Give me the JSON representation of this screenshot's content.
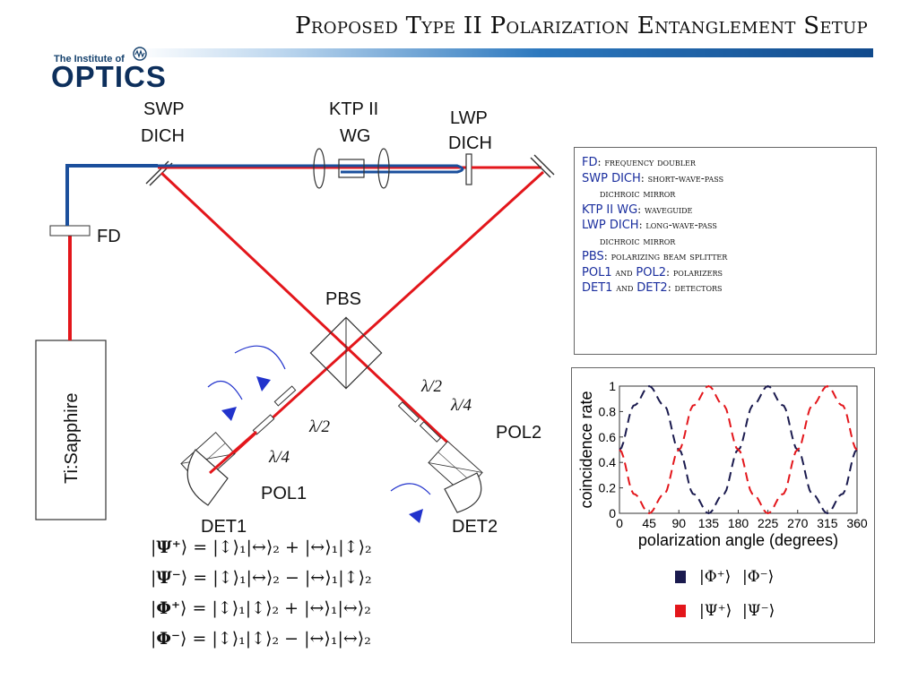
{
  "header": {
    "title": "Proposed Type II Polarization Entanglement Setup",
    "logo_top": "The Institute of",
    "logo_main": "OPTICS"
  },
  "diagram": {
    "labels": {
      "swp_line1": "SWP",
      "swp_line2": "DICH",
      "ktp_line1": "KTP II",
      "ktp_line2": "WG",
      "lwp_line1": "LWP",
      "lwp_line2": "DICH",
      "fd": "FD",
      "pbs": "PBS",
      "laser": "Ti:Sapphire",
      "half_wave_1": "λ/2",
      "quarter_wave_1": "λ/4",
      "half_wave_2": "λ/2",
      "quarter_wave_2": "λ/4",
      "pol1": "POL1",
      "pol2": "POL2",
      "det1": "DET1",
      "det2": "DET2"
    },
    "colors": {
      "red_beam": "#e3161b",
      "blue_beam": "#1b4f9c",
      "arrow_blue": "#2233cc"
    }
  },
  "legend": {
    "entries": [
      {
        "key": "FD",
        "desc": ": frequency doubler",
        "indent": false
      },
      {
        "key": "SWP DICH",
        "desc": ": short-wave-pass",
        "indent": false
      },
      {
        "key": "",
        "desc": "dichroic mirror",
        "indent": true
      },
      {
        "key": "KTP II WG",
        "desc": ": waveguide",
        "indent": false
      },
      {
        "key": "LWP DICH",
        "desc": ": long-wave-pass",
        "indent": false
      },
      {
        "key": "",
        "desc": "dichroic mirror",
        "indent": true
      },
      {
        "key": "PBS",
        "desc": ": polarizing beam splitter",
        "indent": false
      },
      {
        "key": "POL1",
        "desc": " and ",
        "key2": "POL2",
        "desc2": ": polarizers",
        "indent": false
      },
      {
        "key": "DET1",
        "desc": " and ",
        "key2": "DET2",
        "desc2": ": detectors",
        "indent": false
      }
    ]
  },
  "equations": [
    {
      "lhs": "Ψ⁺",
      "rhs": "= |↕⟩₁|↔⟩₂ + |↔⟩₁|↕⟩₂"
    },
    {
      "lhs": "Ψ⁻",
      "rhs": "= |↕⟩₁|↔⟩₂ − |↔⟩₁|↕⟩₂"
    },
    {
      "lhs": "Φ⁺",
      "rhs": "= |↕⟩₁|↕⟩₂ + |↔⟩₁|↔⟩₂"
    },
    {
      "lhs": "Φ⁻",
      "rhs": "= |↕⟩₁|↕⟩₂ − |↔⟩₁|↔⟩₂"
    }
  ],
  "chart_data": {
    "type": "line",
    "title": "",
    "xlabel": "polarization angle (degrees)",
    "ylabel": "coincidence rate",
    "xlim": [
      0,
      360
    ],
    "ylim": [
      0,
      1
    ],
    "x_ticks": [
      0,
      45,
      90,
      135,
      180,
      225,
      270,
      315,
      360
    ],
    "y_ticks": [
      0,
      0.2,
      0.4,
      0.6,
      0.8,
      1
    ],
    "y_tick_labels": [
      "0",
      "0.2",
      "0.4",
      "0.6",
      "0.8",
      "1"
    ],
    "line_style": "dashed",
    "series": [
      {
        "name": "|Φ⁺⟩ |Φ⁻⟩",
        "color": "#1a1a4e",
        "x": [
          0,
          22.5,
          45,
          67.5,
          90,
          112.5,
          135,
          157.5,
          180,
          202.5,
          225,
          247.5,
          270,
          292.5,
          315,
          337.5,
          360
        ],
        "values": [
          0.5,
          0.85,
          1.0,
          0.85,
          0.5,
          0.15,
          0.0,
          0.15,
          0.5,
          0.85,
          1.0,
          0.85,
          0.5,
          0.15,
          0.0,
          0.15,
          0.5
        ]
      },
      {
        "name": "|Ψ⁺⟩ |Ψ⁻⟩",
        "color": "#e3161b",
        "x": [
          0,
          22.5,
          45,
          67.5,
          90,
          112.5,
          135,
          157.5,
          180,
          202.5,
          225,
          247.5,
          270,
          292.5,
          315,
          337.5,
          360
        ],
        "values": [
          0.5,
          0.15,
          0.0,
          0.15,
          0.5,
          0.85,
          1.0,
          0.85,
          0.5,
          0.15,
          0.0,
          0.15,
          0.5,
          0.85,
          1.0,
          0.85,
          0.5
        ]
      }
    ],
    "legend": [
      {
        "label_a": "|Φ⁺⟩",
        "label_b": "|Φ⁻⟩",
        "color": "#1a1a4e"
      },
      {
        "label_a": "|Ψ⁺⟩",
        "label_b": "|Ψ⁻⟩",
        "color": "#e3161b"
      }
    ]
  }
}
